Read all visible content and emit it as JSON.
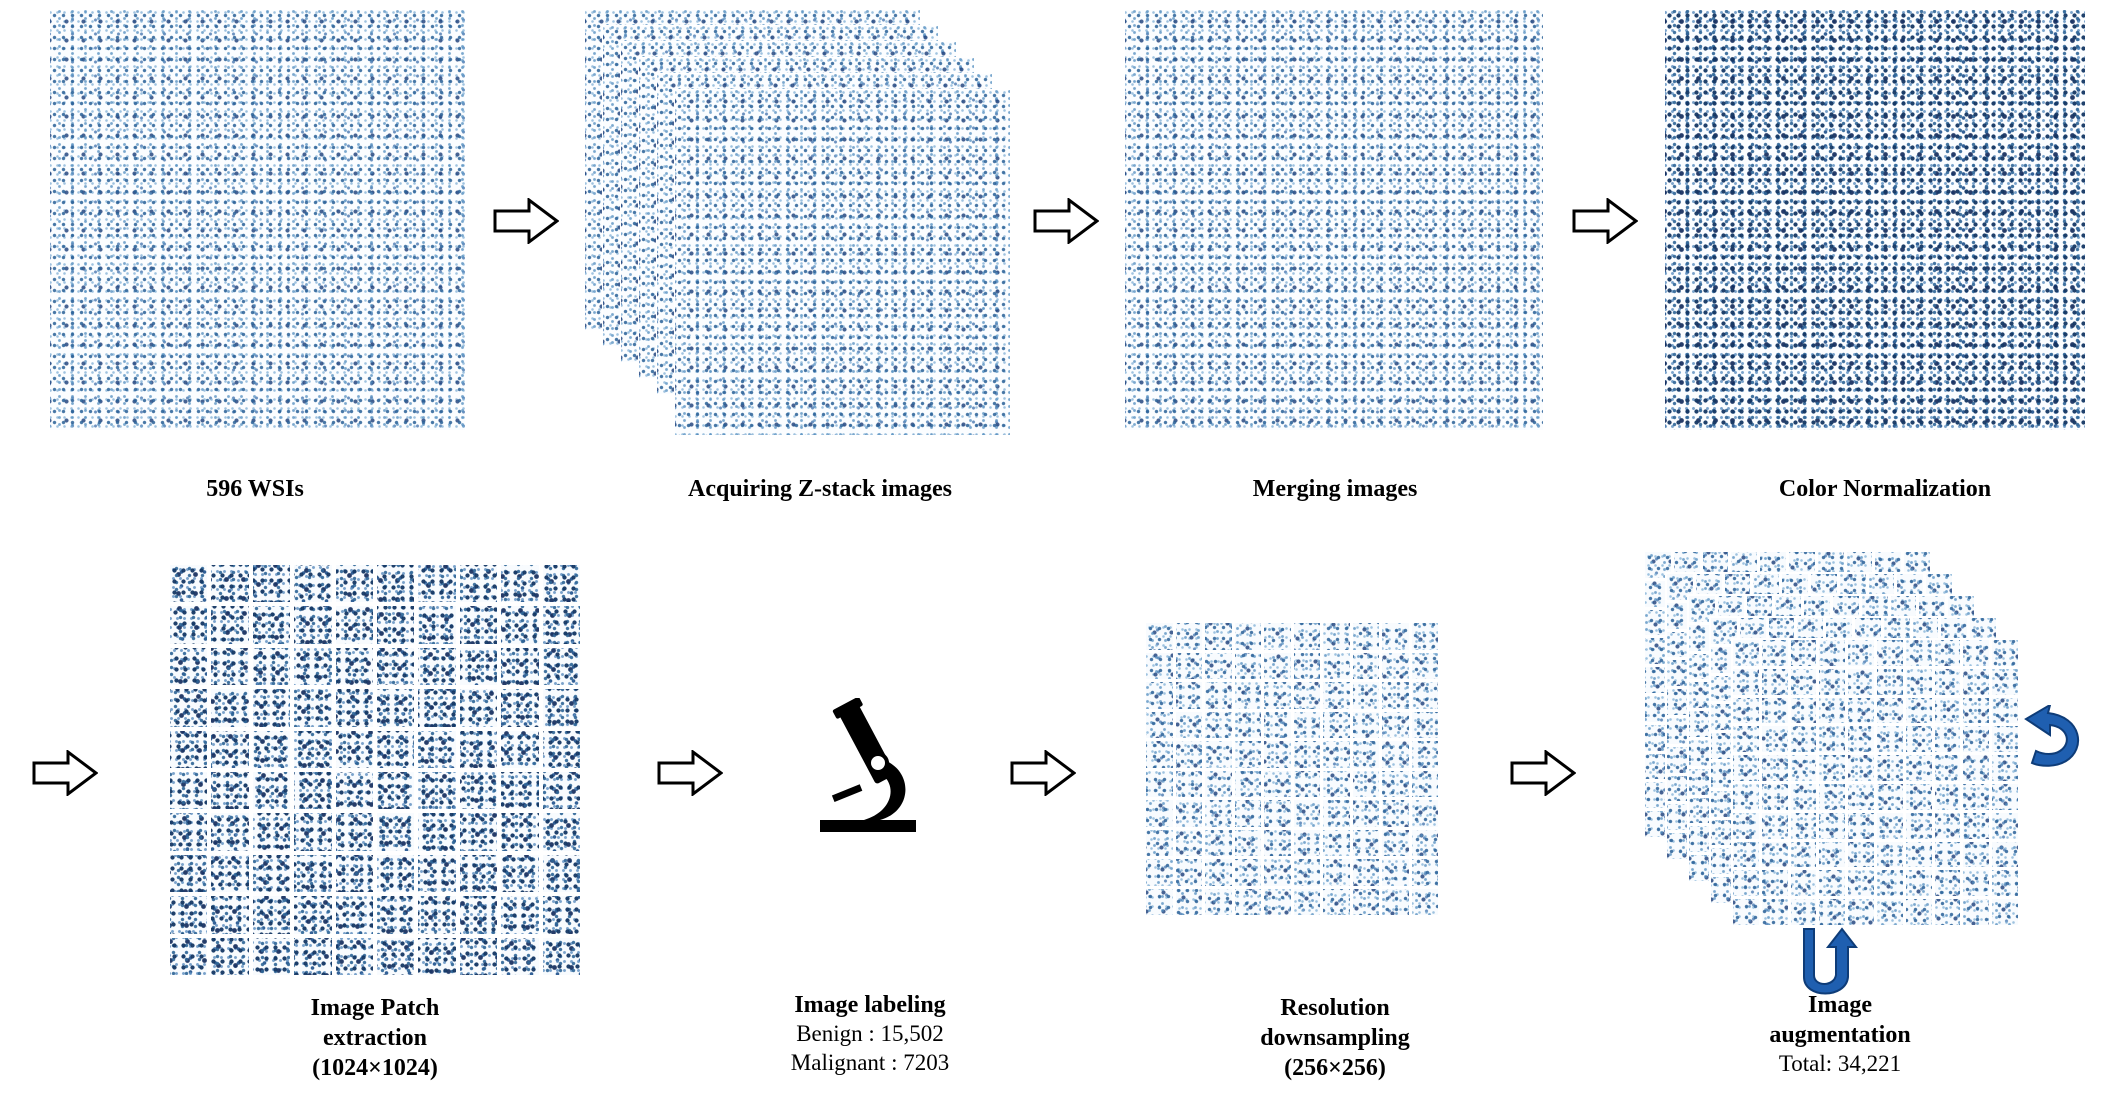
{
  "steps": {
    "wsi": {
      "title": "596 WSIs"
    },
    "zstack": {
      "title": "Acquiring Z-stack images"
    },
    "merge": {
      "title": "Merging images"
    },
    "colornorm": {
      "title": "Color Normalization"
    },
    "patch": {
      "title_line1": "Image Patch",
      "title_line2": "extraction",
      "title_line3": "(1024×1024)"
    },
    "labeling": {
      "title": "Image labeling",
      "benign": "Benign : 15,502",
      "malignant": "Malignant : 7203"
    },
    "downsample": {
      "title_line1": "Resolution",
      "title_line2": "downsampling",
      "title_line3": "(256×256)"
    },
    "augment": {
      "title_line1": "Image",
      "title_line2": "augmentation",
      "total": "Total: 34,221"
    }
  },
  "icons": {
    "flow_arrow": "hollow-right-arrow-icon",
    "microscope": "microscope-icon",
    "rotate_right": "rotate-arrow-icon",
    "flip_up": "flip-arrow-icon"
  },
  "colors": {
    "accent_blue": "#1f5fb0",
    "tissue_blue": "#2f6fa8"
  }
}
